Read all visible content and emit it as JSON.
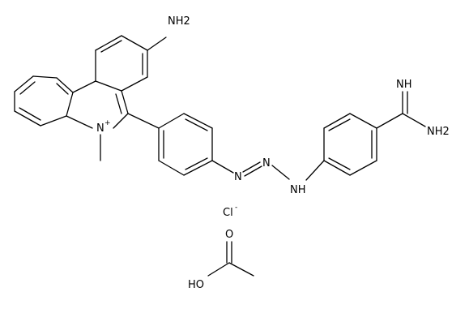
{
  "molecule": {
    "labels": {
      "amine": "NH2",
      "ring_nitrogen": "N",
      "ring_nitrogen_charge": "+",
      "azo_n1": "N",
      "azo_n2": "N",
      "triazene_nh": "NH",
      "imine": "NH",
      "amidine_nh2": "NH2",
      "chloride": "Cl",
      "chloride_charge": "-",
      "acid_oxygen": "O",
      "acid_hydroxyl": "HO"
    }
  },
  "colors": {
    "line": "#000000",
    "background": "#ffffff"
  }
}
